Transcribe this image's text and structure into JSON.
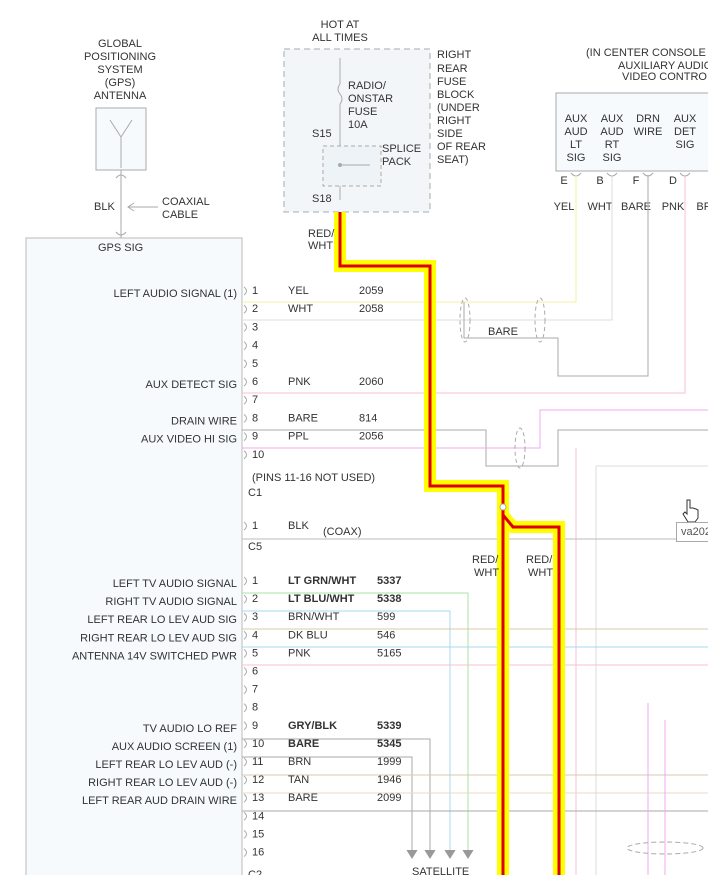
{
  "top_labels": {
    "hot": [
      "HOT AT",
      "ALL TIMES"
    ],
    "gps": [
      "GLOBAL",
      "POSITIONING",
      "SYSTEM",
      "(GPS)",
      "ANTENNA"
    ],
    "fuse": [
      "RADIO/",
      "ONSTAR",
      "FUSE",
      "10A"
    ],
    "s15": "S15",
    "s18": "S18",
    "splice": [
      "SPLICE",
      "PACK"
    ],
    "fuse_block": [
      "RIGHT",
      "REAR",
      "FUSE",
      "BLOCK",
      "(UNDER",
      "RIGHT",
      "SIDE",
      "OF REAR",
      "SEAT)"
    ],
    "console": [
      "(IN CENTER CONSOLE",
      "AUXILIARY AUDIO",
      "VIDEO CONTRO"
    ],
    "blk": "BLK",
    "coax": [
      "COAXIAL",
      "CABLE"
    ],
    "gps_sig": "GPS SIG",
    "red_wht_top": [
      "RED/",
      "WHT"
    ],
    "red_wht_a": [
      "RED/",
      "WHT"
    ],
    "red_wht_b": [
      "RED/",
      "WHT"
    ],
    "bare_mid": "BARE",
    "pins_note": "(PINS 11-16 NOT USED)",
    "c1": "C1",
    "c5": "C5",
    "c5_blk": "BLK",
    "c5_coax": "(COAX)",
    "satellite": "SATELLITE",
    "tooltip": "va202"
  },
  "aux_columns": [
    {
      "label": [
        "AUX",
        "AUD",
        "LT",
        "SIG"
      ],
      "pin": "E",
      "wire": "YEL"
    },
    {
      "label": [
        "AUX",
        "AUD",
        "RT",
        "SIG"
      ],
      "pin": "B",
      "wire": "WHT"
    },
    {
      "label": [
        "DRN",
        "WIRE"
      ],
      "pin": "F",
      "wire": "BARE"
    },
    {
      "label": [
        "AUX",
        "DET",
        "SIG"
      ],
      "pin": "D",
      "wire": "PNK"
    },
    {
      "label": [],
      "pin": "",
      "wire": "BRN"
    }
  ],
  "c1_rows": [
    {
      "pin": "1",
      "color": "YEL",
      "circuit": "2059",
      "func": "LEFT AUDIO SIGNAL (1)"
    },
    {
      "pin": "2",
      "color": "WHT",
      "circuit": "2058",
      "func": ""
    },
    {
      "pin": "3",
      "color": "",
      "circuit": "",
      "func": ""
    },
    {
      "pin": "4",
      "color": "",
      "circuit": "",
      "func": ""
    },
    {
      "pin": "5",
      "color": "",
      "circuit": "",
      "func": ""
    },
    {
      "pin": "6",
      "color": "PNK",
      "circuit": "2060",
      "func": "AUX DETECT SIG"
    },
    {
      "pin": "7",
      "color": "",
      "circuit": "",
      "func": ""
    },
    {
      "pin": "8",
      "color": "BARE",
      "circuit": "814",
      "func": "DRAIN WIRE"
    },
    {
      "pin": "9",
      "color": "PPL",
      "circuit": "2056",
      "func": "AUX VIDEO HI SIG"
    },
    {
      "pin": "10",
      "color": "",
      "circuit": "",
      "func": ""
    }
  ],
  "c5_rows": [
    {
      "pin": "1",
      "color": "BLK",
      "circuit": "",
      "func": ""
    }
  ],
  "c2_rows": [
    {
      "pin": "1",
      "color": "LT GRN/WHT",
      "circuit": "5337",
      "func": "LEFT TV AUDIO SIGNAL"
    },
    {
      "pin": "2",
      "color": "LT BLU/WHT",
      "circuit": "5338",
      "func": "RIGHT TV AUDIO SIGNAL"
    },
    {
      "pin": "3",
      "color": "BRN/WHT",
      "circuit": "599",
      "func": "LEFT REAR LO LEV AUD SIG"
    },
    {
      "pin": "4",
      "color": "DK BLU",
      "circuit": "546",
      "func": "RIGHT REAR LO LEV AUD SIG"
    },
    {
      "pin": "5",
      "color": "PNK",
      "circuit": "5165",
      "func": "ANTENNA 14V SWITCHED PWR"
    },
    {
      "pin": "6",
      "color": "",
      "circuit": "",
      "func": ""
    },
    {
      "pin": "7",
      "color": "",
      "circuit": "",
      "func": ""
    },
    {
      "pin": "8",
      "color": "",
      "circuit": "",
      "func": ""
    },
    {
      "pin": "9",
      "color": "GRY/BLK",
      "circuit": "5339",
      "func": "TV AUDIO LO REF"
    },
    {
      "pin": "10",
      "color": "BARE",
      "circuit": "5345",
      "func": "AUX AUDIO SCREEN (1)"
    },
    {
      "pin": "11",
      "color": "BRN",
      "circuit": "1999",
      "func": "LEFT REAR LO LEV AUD (-)"
    },
    {
      "pin": "12",
      "color": "TAN",
      "circuit": "1946",
      "func": "RIGHT REAR LO LEV AUD (-)"
    },
    {
      "pin": "13",
      "color": "BARE",
      "circuit": "2099",
      "func": "LEFT REAR AUD DRAIN WIRE"
    },
    {
      "pin": "14",
      "color": "",
      "circuit": "",
      "func": ""
    },
    {
      "pin": "15",
      "color": "",
      "circuit": "",
      "func": ""
    },
    {
      "pin": "16",
      "color": "",
      "circuit": "",
      "func": ""
    }
  ],
  "c2_connector": "C2",
  "colors": {
    "highlight": "#ffff00",
    "power_wire": "#dd0000",
    "line": "#999999",
    "yel": "#f3f0a0",
    "pnk": "#f7c2d2",
    "ppl": "#f0a8f0",
    "grn": "#a8e3a8",
    "blu": "#a8d8f0",
    "tan": "#d8c8a8",
    "box_bg": "#f6fafd"
  }
}
